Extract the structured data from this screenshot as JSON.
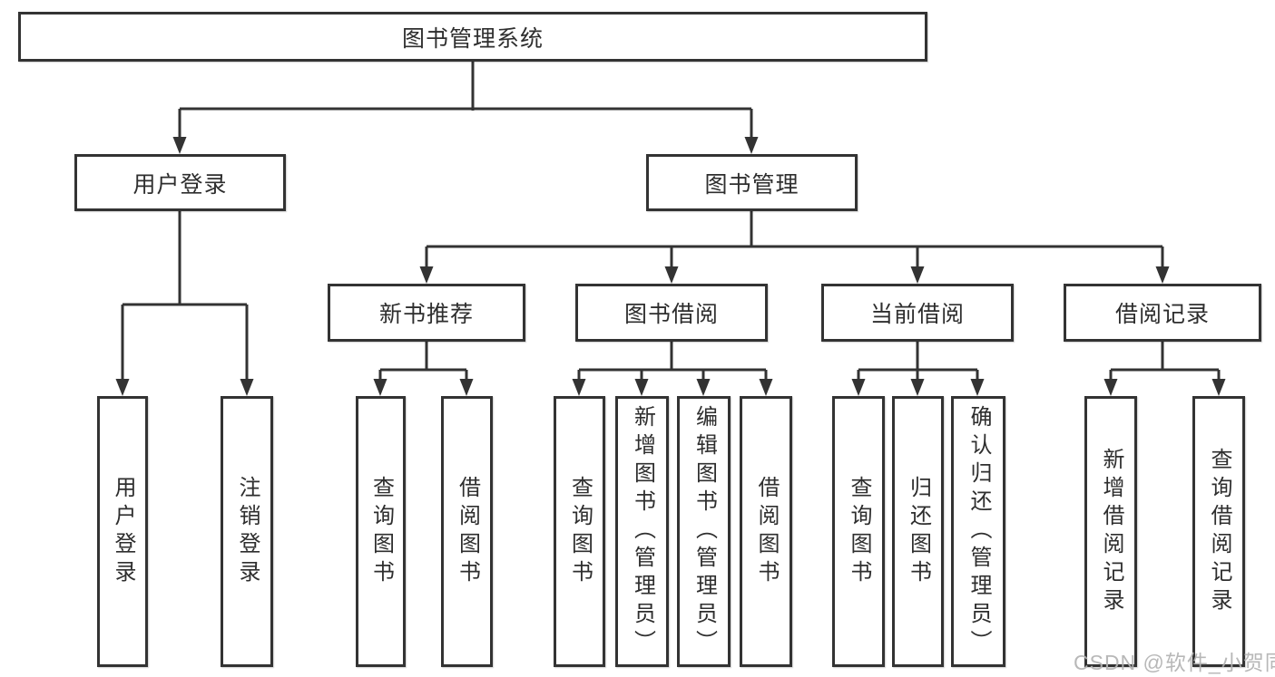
{
  "tree": {
    "root": {
      "label": "图书管理系统"
    },
    "children": [
      {
        "label": "用户登录",
        "children": [
          {
            "label": "用户登录"
          },
          {
            "label": "注销登录"
          }
        ]
      },
      {
        "label": "图书管理",
        "children": [
          {
            "label": "新书推荐",
            "children": [
              {
                "label": "查询图书"
              },
              {
                "label": "借阅图书"
              }
            ]
          },
          {
            "label": "图书借阅",
            "children": [
              {
                "label": "查询图书"
              },
              {
                "label": "新增图书（管理员）"
              },
              {
                "label": "编辑图书（管理员）"
              },
              {
                "label": "借阅图书"
              }
            ]
          },
          {
            "label": "当前借阅",
            "children": [
              {
                "label": "查询图书"
              },
              {
                "label": "归还图书"
              },
              {
                "label": "确认归还（管理员）"
              }
            ]
          },
          {
            "label": "借阅记录",
            "children": [
              {
                "label": "新增借阅记录"
              },
              {
                "label": "查询借阅记录"
              }
            ]
          }
        ]
      }
    ]
  },
  "watermark": "CSDN @软件_小贺同学",
  "colors": {
    "line": "#333333",
    "text": "#2e2e2e",
    "watermark": "#b2b2b2",
    "background": "#ffffff"
  }
}
